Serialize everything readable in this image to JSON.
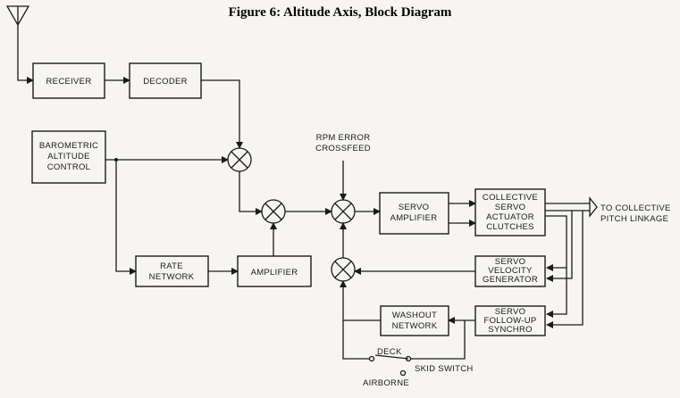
{
  "title": "Figure 6: Altitude Axis, Block Diagram",
  "blocks": {
    "receiver": [
      "RECEIVER"
    ],
    "decoder": [
      "DECODER"
    ],
    "barometric": [
      "BAROMETRIC",
      "ALTITUDE",
      "CONTROL"
    ],
    "rate_network": [
      "RATE",
      "NETWORK"
    ],
    "amplifier": [
      "AMPLIFIER"
    ],
    "servo_amplifier": [
      "SERVO",
      "AMPLIFIER"
    ],
    "collective": [
      "COLLECTIVE",
      "SERVO",
      "ACTUATOR",
      "CLUTCHES"
    ],
    "velocity": [
      "SERVO",
      "VELOCITY",
      "GENERATOR"
    ],
    "followup": [
      "SERVO",
      "FOLLOW-UP",
      "SYNCHRO"
    ],
    "washout": [
      "WASHOUT",
      "NETWORK"
    ]
  },
  "labels": {
    "rpm": [
      "RPM ERROR",
      "CROSSFEED"
    ],
    "output": [
      "TO COLLECTIVE",
      "PITCH LINKAGE"
    ],
    "deck": "DECK",
    "skid": "SKID SWITCH",
    "airborne": "AIRBORNE"
  }
}
